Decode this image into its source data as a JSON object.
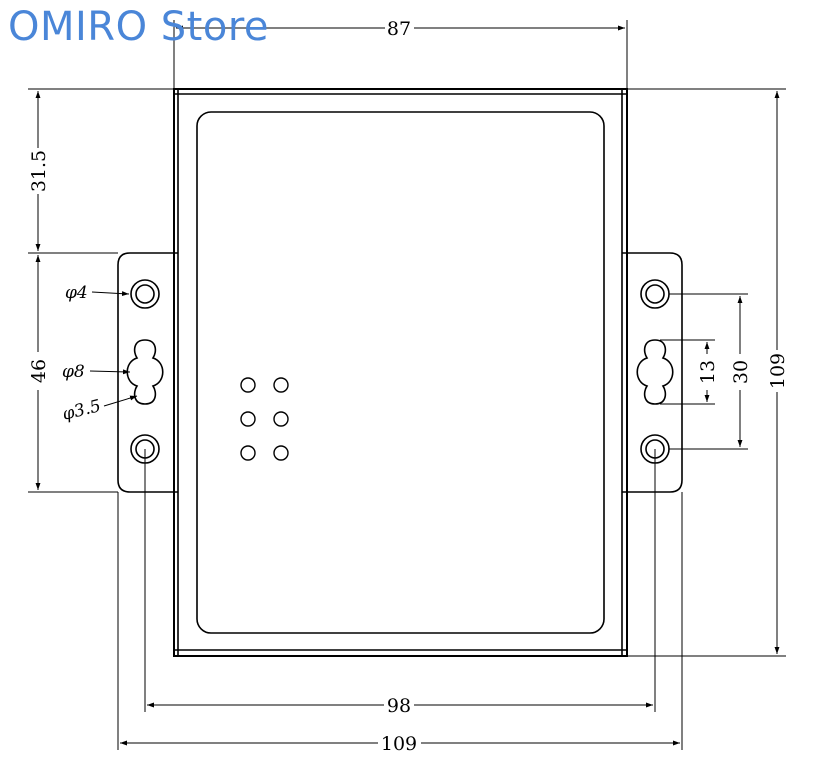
{
  "watermark": "OMIRO Store",
  "dimensions": {
    "top_width": "87",
    "bottom_hole_span": "98",
    "bottom_overall": "109",
    "right_overall_height": "109",
    "left_top_offset": "31.5",
    "left_flange_height": "46",
    "right_hole_spacing": "30",
    "right_slot_length": "13"
  },
  "labels": {
    "hole_diameter": "φ4",
    "slot_outer": "φ8",
    "slot_inner": "φ3.5"
  },
  "colors": {
    "line": "#000000",
    "watermark": "#4a86d8"
  }
}
